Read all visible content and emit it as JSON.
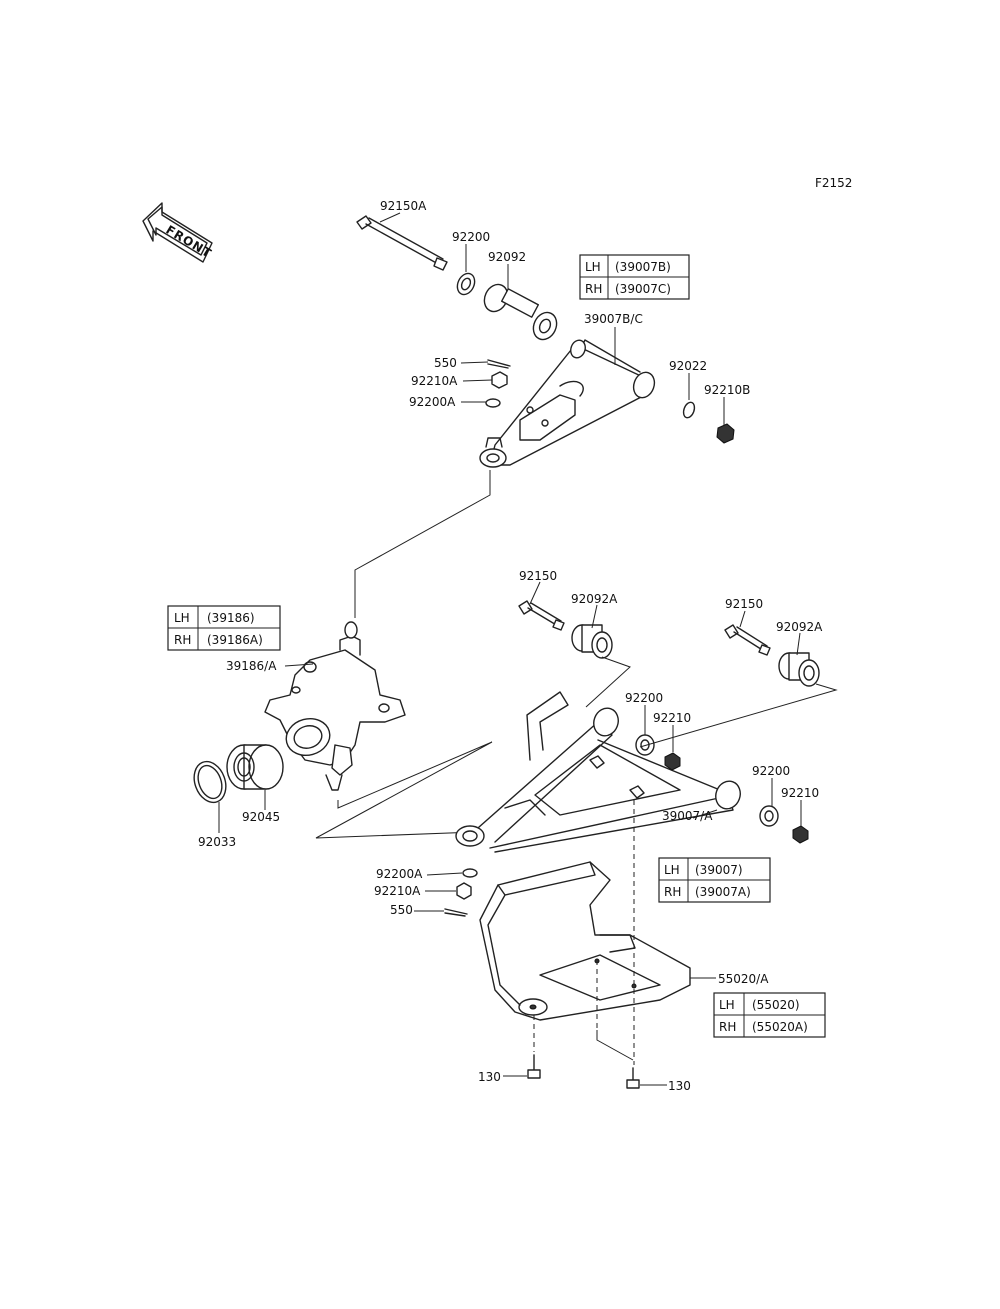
{
  "figure_id": "F2152",
  "front_arrow_label": "FRONT",
  "upper_arm": {
    "bolt": "92150A",
    "washer": "92200",
    "bushing": "92092",
    "arm": "39007B/C",
    "cotter_pin": "550",
    "castle_nut": "92210A",
    "ball_washer": "92200A",
    "spacer": "92022",
    "nut": "92210B",
    "table": [
      {
        "side": "LH",
        "part": "(39007B)"
      },
      {
        "side": "RH",
        "part": "(39007C)"
      }
    ]
  },
  "knuckle": {
    "knuckle": "39186/A",
    "bearing": "92045",
    "circlip": "92033",
    "table": [
      {
        "side": "LH",
        "part": "(39186)"
      },
      {
        "side": "RH",
        "part": "(39186A)"
      }
    ]
  },
  "lower_arm": {
    "bolt_front": "92150",
    "bushing_front": "92092A",
    "bolt_rear": "92150",
    "bushing_rear": "92092A",
    "washer_front": "92200",
    "nut_front": "92210",
    "washer_rear": "92200",
    "nut_rear": "92210",
    "arm": "39007/A",
    "ball_washer": "92200A",
    "castle_nut": "92210A",
    "cotter_pin": "550",
    "table": [
      {
        "side": "LH",
        "part": "(39007)"
      },
      {
        "side": "RH",
        "part": "(39007A)"
      }
    ]
  },
  "guard": {
    "guard": "55020/A",
    "bolt_left": "130",
    "bolt_right": "130",
    "table": [
      {
        "side": "LH",
        "part": "(55020)"
      },
      {
        "side": "RH",
        "part": "(55020A)"
      }
    ]
  }
}
